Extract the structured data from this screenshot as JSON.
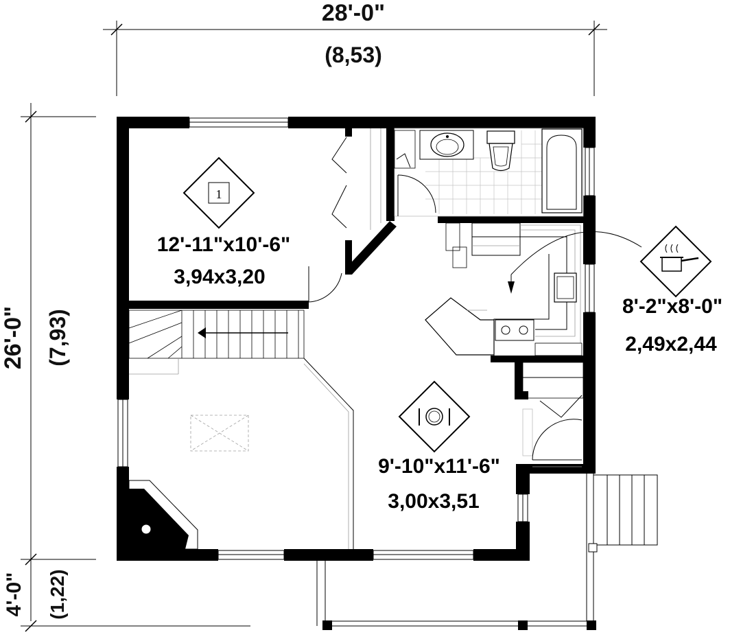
{
  "dimensions": {
    "width_imperial": "28'-0\"",
    "width_metric": "(8,53)",
    "depth_imperial": "26'-0\"",
    "depth_metric": "(7,93)",
    "porch_imperial": "4'-0\"",
    "porch_metric": "(1,22)"
  },
  "rooms": {
    "bedroom": {
      "size_imperial": "12'-11\"x10'-6\"",
      "size_metric": "3,94x3,20",
      "badge": "1"
    },
    "kitchen": {
      "size_imperial": "8'-2\"x8'-0\"",
      "size_metric": "2,49x2,44"
    },
    "dining": {
      "size_imperial": "9'-10\"x11'-6\"",
      "size_metric": "3,00x3,51"
    }
  },
  "icons": {
    "bedroom": "bed-number-icon",
    "kitchen": "cooking-pot-icon",
    "dining": "plate-cutlery-icon"
  },
  "colors": {
    "ink": "#000000",
    "paper": "#ffffff",
    "hatch": "#9a9a9a"
  }
}
